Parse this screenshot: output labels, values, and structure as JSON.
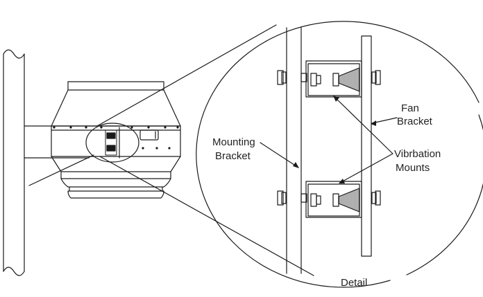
{
  "labels": {
    "fan_bracket_line1": "Fan",
    "fan_bracket_line2": "Bracket",
    "mounting_bracket_line1": "Mounting",
    "mounting_bracket_line2": "Bracket",
    "vibration_mounts_line1": "Vibrbation",
    "vibration_mounts_line2": "Mounts",
    "detail": "Detail"
  },
  "colors": {
    "line": "#1a1a1a",
    "background": "#ffffff",
    "label": "#222222"
  }
}
